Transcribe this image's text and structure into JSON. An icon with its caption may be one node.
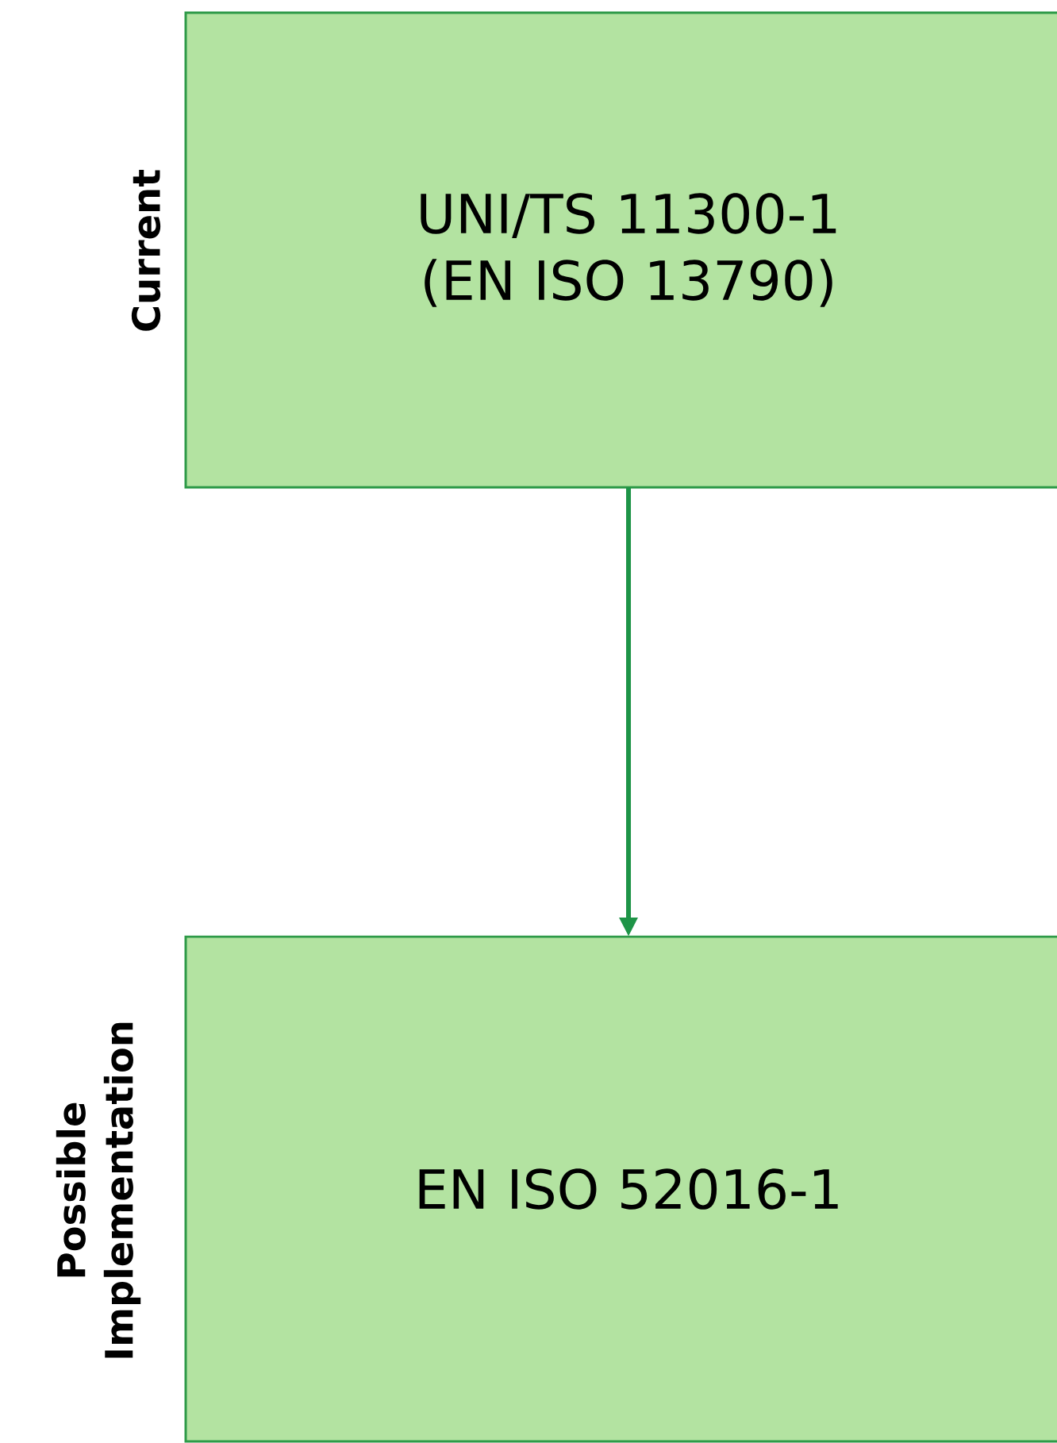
{
  "diagram": {
    "nodes": [
      {
        "text": [
          "UNI/TS 11300-1 (EN ISO 13790)"
        ],
        "beside": [
          "Current"
        ]
      },
      {
        "text": [
          "EN ISO 52016-1"
        ],
        "beside": [
          "Possible Implementation"
        ]
      }
    ],
    "edges": [
      {
        "from": 0,
        "to": 1,
        "arrow": "to"
      }
    ]
  }
}
